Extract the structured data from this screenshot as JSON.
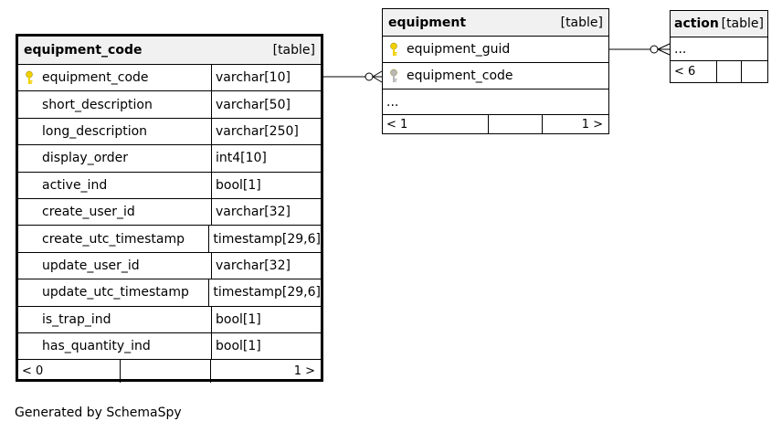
{
  "tables": {
    "equipment_code": {
      "name": "equipment_code",
      "kind": "[table]",
      "columns": [
        {
          "name": "equipment_code",
          "type": "varchar[10]",
          "key": "primary"
        },
        {
          "name": "short_description",
          "type": "varchar[50]"
        },
        {
          "name": "long_description",
          "type": "varchar[250]"
        },
        {
          "name": "display_order",
          "type": "int4[10]"
        },
        {
          "name": "active_ind",
          "type": "bool[1]"
        },
        {
          "name": "create_user_id",
          "type": "varchar[32]"
        },
        {
          "name": "create_utc_timestamp",
          "type": "timestamp[29,6]"
        },
        {
          "name": "update_user_id",
          "type": "varchar[32]"
        },
        {
          "name": "update_utc_timestamp",
          "type": "timestamp[29,6]"
        },
        {
          "name": "is_trap_ind",
          "type": "bool[1]"
        },
        {
          "name": "has_quantity_ind",
          "type": "bool[1]"
        }
      ],
      "footer_left": "< 0",
      "footer_right": "1 >"
    },
    "equipment": {
      "name": "equipment",
      "kind": "[table]",
      "columns": [
        {
          "name": "equipment_guid",
          "key": "primary"
        },
        {
          "name": "equipment_code",
          "key": "foreign"
        }
      ],
      "more": "...",
      "footer_left": "< 1",
      "footer_right": "1 >"
    },
    "action": {
      "name": "action",
      "kind": "[table]",
      "more": "...",
      "footer_left": "< 6"
    }
  },
  "generated_by": "Generated by SchemaSpy",
  "colors": {
    "primary_key": "#f0d000",
    "foreign_key": "#b8b8b8",
    "header_bg": "#f1f1f1"
  }
}
